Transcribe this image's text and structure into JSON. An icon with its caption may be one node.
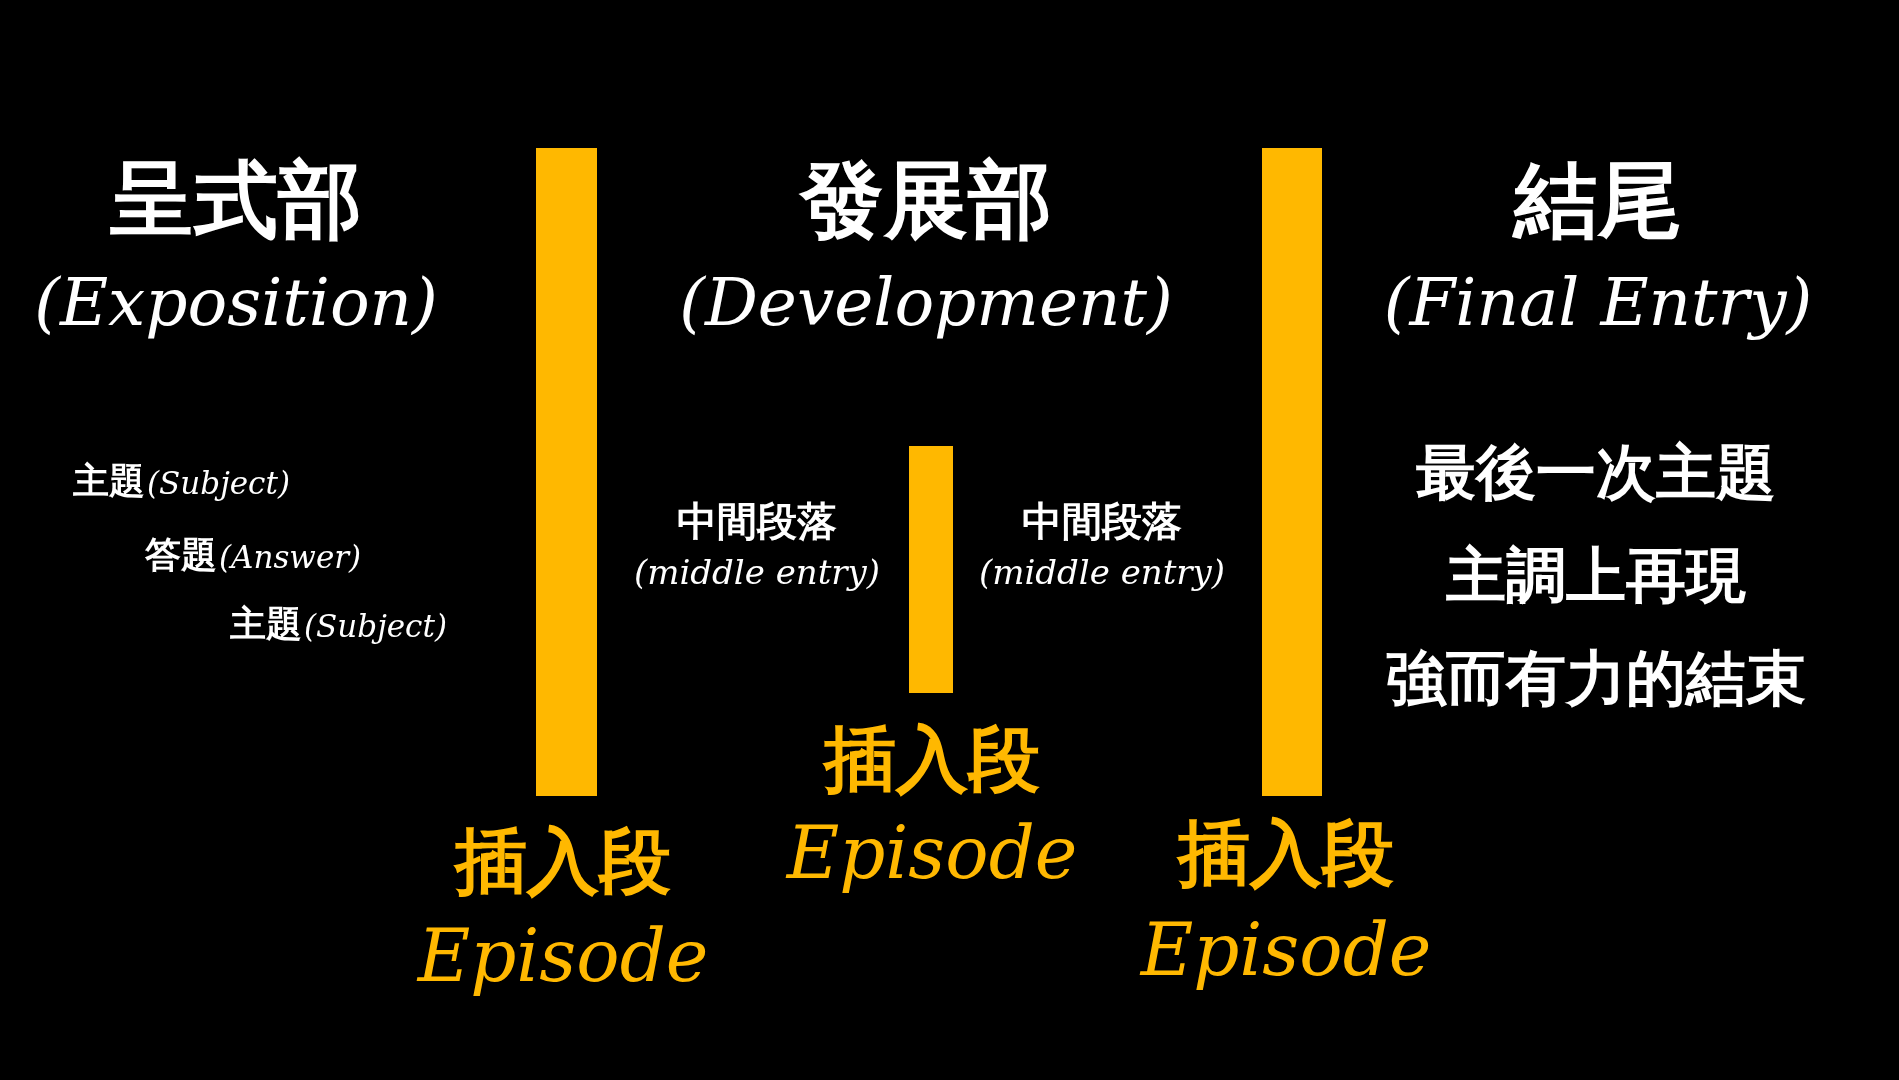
{
  "diagram": {
    "nodes": [
      {
        "text": [],
        "shape": "bar",
        "beside": [
          "插入段",
          "Episode"
        ]
      },
      {
        "text": [],
        "shape": "bar",
        "beside": [
          "插入段",
          "Episode"
        ]
      },
      {
        "text": [],
        "shape": "bar",
        "beside": [
          "插入段",
          "Episode"
        ]
      }
    ],
    "edges": [],
    "labels": [
      "呈式部",
      "(Exposition)",
      "發展部",
      "(Development)",
      "結尾",
      "(Final Entry)",
      "主題",
      "(Subject)",
      "答題",
      "(Answer)",
      "主題",
      "(Subject)",
      "中間段落",
      "(middle entry)",
      "中間段落",
      "(middle entry)",
      "最後一次主題",
      "主調上再現",
      "強而有力的結束"
    ]
  }
}
